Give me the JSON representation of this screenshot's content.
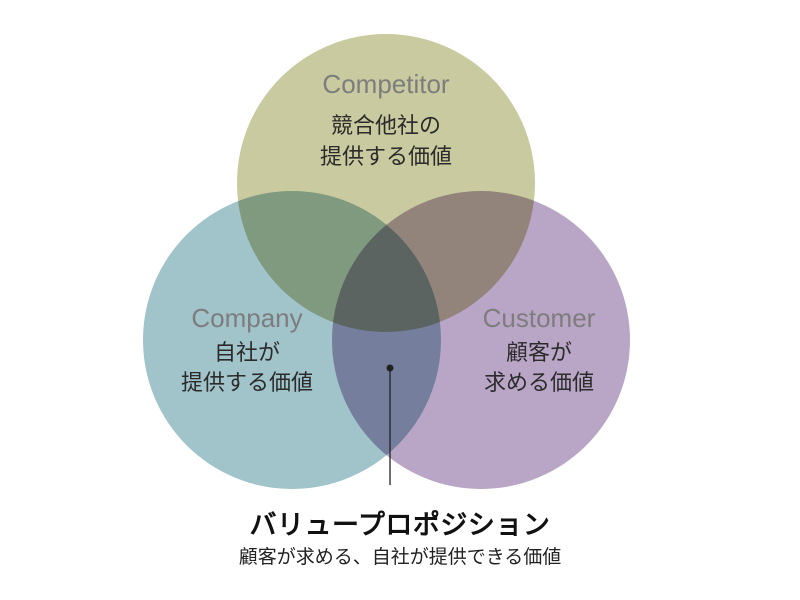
{
  "colors": {
    "competitor": "#c9ca9f",
    "company": "#a1c3ca",
    "customer": "#b9a6c6",
    "label_english": "#7d7d7d",
    "label_japanese": "#2b2b2b",
    "pointer": "#222222"
  },
  "circles": {
    "competitor": {
      "english": "Competitor",
      "japanese_line1": "競合他社の",
      "japanese_line2": "提供する価値"
    },
    "company": {
      "english": "Company",
      "japanese_line1": "自社が",
      "japanese_line2": "提供する価値"
    },
    "customer": {
      "english": "Customer",
      "japanese_line1": "顧客が",
      "japanese_line2": "求める価値"
    }
  },
  "value_proposition": {
    "title": "バリュープロポジション",
    "description": "顧客が求める、自社が提供できる価値"
  }
}
